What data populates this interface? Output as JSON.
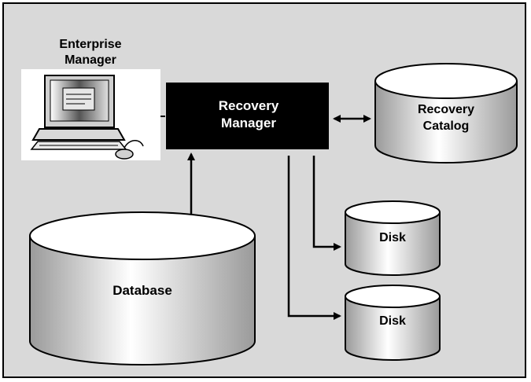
{
  "enterprise_manager": {
    "line1": "Enterprise",
    "line2": "Manager"
  },
  "recovery_manager": {
    "line1": "Recovery",
    "line2": "Manager"
  },
  "recovery_catalog": {
    "line1": "Recovery",
    "line2": "Catalog"
  },
  "disk_1": {
    "label": "Disk"
  },
  "disk_2": {
    "label": "Disk"
  },
  "database": {
    "label": "Database"
  },
  "colors": {
    "background": "#d9d9d9",
    "border": "#000000",
    "manager_box": "#000000",
    "cylinder_light": "#ffffff",
    "cylinder_dark": "#a6a6a6"
  }
}
